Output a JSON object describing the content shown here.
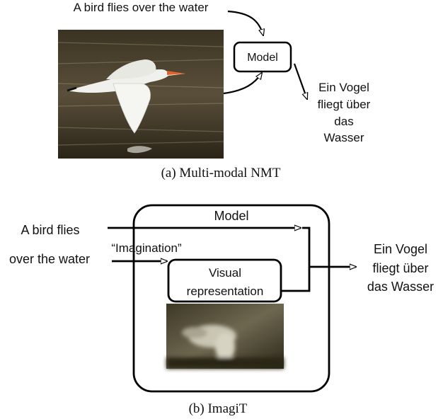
{
  "panel_a": {
    "source_sentence": "A bird flies over the water",
    "model_label": "Model",
    "output_lines": [
      "Ein Vogel",
      "fliegt über",
      "das",
      "Wasser"
    ],
    "caption": "(a)  Multi-modal NMT",
    "image_subject": "flying egret over dark water"
  },
  "panel_b": {
    "source_line_1": "A bird flies",
    "source_line_2": "over the water",
    "model_label": "Model",
    "imagination_label": "“Imagination”",
    "visual_rep_line_1": "Visual",
    "visual_rep_line_2": "representation",
    "output_lines": [
      "Ein Vogel",
      "fliegt über",
      "das Wasser"
    ],
    "caption": "(b)  ImagiT",
    "image_subject": "blurry generated bird image"
  },
  "colors": {
    "stroke": "#000000",
    "water_dark": "#2a2418",
    "water_light": "#8a7d63",
    "bird": "#f2f2ef",
    "beak": "#e0642a"
  }
}
